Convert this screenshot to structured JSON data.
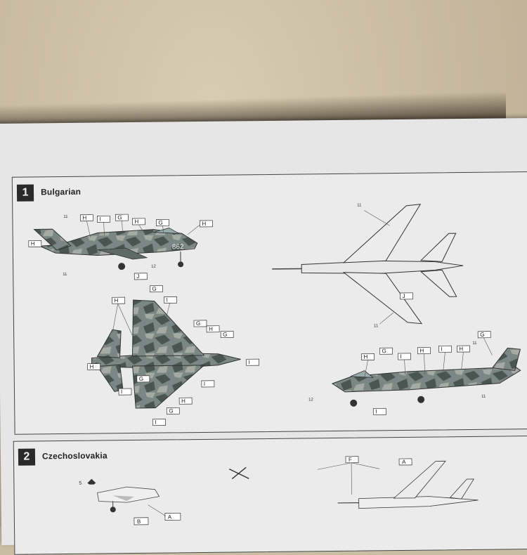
{
  "sections": [
    {
      "number": "1",
      "country": "Bulgarian"
    },
    {
      "number": "2",
      "country": "Czechoslovakia"
    }
  ],
  "decal_labels": {
    "H": "H",
    "I": "I",
    "G": "G",
    "J": "J",
    "A": "A",
    "B": "B",
    "F": "F",
    "n11": "11",
    "n12": "12",
    "n5": "5"
  },
  "serial": "862",
  "colors": {
    "camo_dark": "#4a5552",
    "camo_mid": "#7b8784",
    "camo_light": "#a6aaa4",
    "ink": "#333333"
  }
}
